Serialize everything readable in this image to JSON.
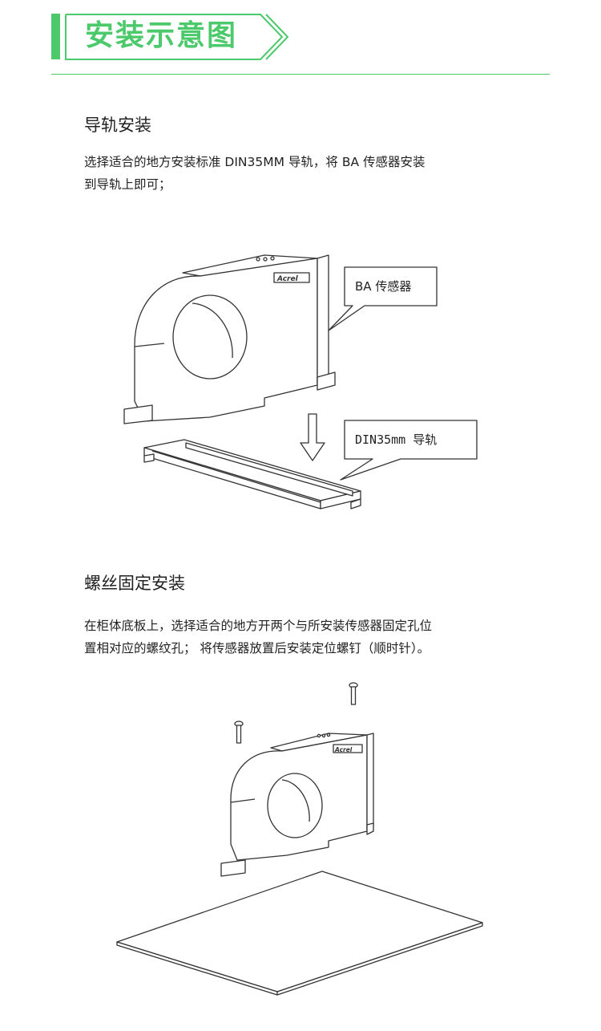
{
  "theme": {
    "accent": "#4cc96b"
  },
  "header": {
    "title": "安装示意图"
  },
  "section_rail": {
    "title": "导轨安装",
    "description_lines": [
      "选择适合的地方安装标准 DIN35MM 导轨，将 BA 传感器安装",
      "到导轨上即可；"
    ],
    "figure": {
      "brand_label": "Acrel",
      "callout_sensor": "BA 传感器",
      "callout_rail": "DIN35mm 导轨"
    }
  },
  "section_screw": {
    "title": "螺丝固定安装",
    "description_lines": [
      "在柜体底板上，选择适合的地方开两个与所安装传感器固定孔位",
      "置相对应的螺纹孔；  将传感器放置后安装定位螺钉（顺时针）。"
    ],
    "figure": {
      "brand_label": "Acrel"
    }
  }
}
